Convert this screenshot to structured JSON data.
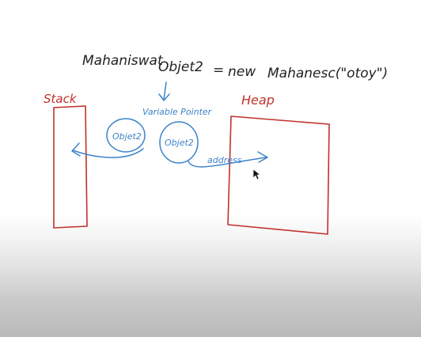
{
  "whiteboard": {
    "code_line": {
      "class_name": "Mahaniswat",
      "variable": "Objet2",
      "equals": "=",
      "new_keyword": "new",
      "constructor_call": "Mahanesc(\"otoy\")"
    },
    "stack_label": "Stack",
    "heap_label": "Heap",
    "variable_pointer_label": "Variable Pointer",
    "stack_object_label": "Objet2",
    "heap_object_label": "Objet2",
    "address_label": "address"
  },
  "colors": {
    "ink_black": "#222222",
    "ink_red": "#c0312b",
    "ink_blue": "#3c83c9"
  }
}
